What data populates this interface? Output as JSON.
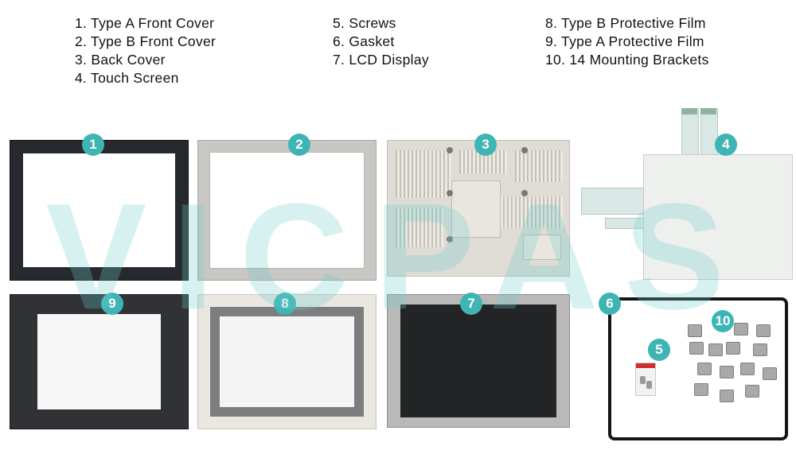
{
  "legend": {
    "col1": [
      "1. Type A Front Cover",
      "2. Type B Front Cover",
      "3. Back Cover",
      "4. Touch Screen"
    ],
    "col2": [
      "5. Screws",
      "6. Gasket",
      "7. LCD Display"
    ],
    "col3": [
      "8. Type B Protective Film",
      "9. Type A Protective Film",
      "10. 14 Mounting Brackets"
    ]
  },
  "badges": {
    "front_a": "1",
    "front_b": "2",
    "back_cover": "3",
    "touch_screen": "4",
    "screws": "5",
    "gasket": "6",
    "lcd": "7",
    "film_b": "8",
    "film_a": "9",
    "brackets": "10"
  },
  "watermark": "VICPAS",
  "colors": {
    "badge": "#3fb4b4",
    "watermark": "#6ecdcd"
  }
}
